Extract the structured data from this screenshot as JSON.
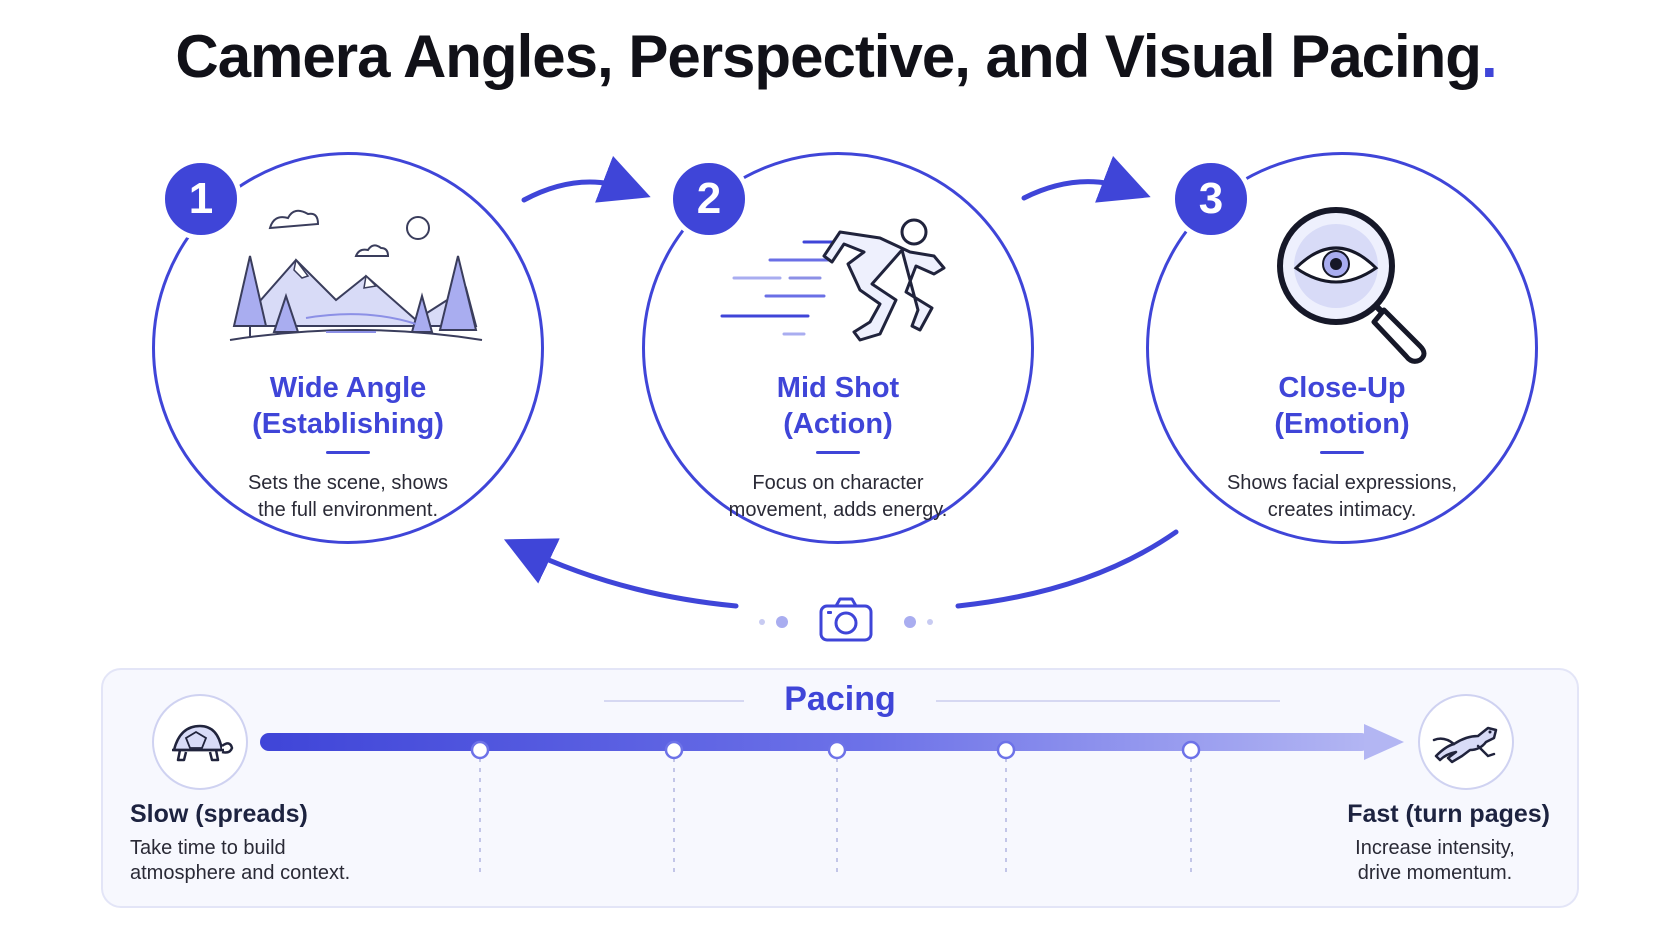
{
  "title": {
    "text": "Camera Angles, Perspective, and Visual Pacing",
    "dot": "."
  },
  "colors": {
    "accent": "#3f45d8",
    "light_accent": "#d8dbf7",
    "panel_bg": "#f7f8fe"
  },
  "steps": [
    {
      "number": "1",
      "title_line1": "Wide Angle",
      "title_line2": "(Establishing)",
      "desc_line1": "Sets the scene, shows",
      "desc_line2": "the full environment.",
      "icon": "landscape-icon"
    },
    {
      "number": "2",
      "title_line1": "Mid Shot",
      "title_line2": "(Action)",
      "desc_line1": "Focus on character",
      "desc_line2": "movement, adds energy.",
      "icon": "running-figure-icon"
    },
    {
      "number": "3",
      "title_line1": "Close-Up",
      "title_line2": "(Emotion)",
      "desc_line1": "Shows facial expressions,",
      "desc_line2": "creates intimacy.",
      "icon": "magnifier-eye-icon"
    }
  ],
  "center_icon": "camera-icon",
  "pacing": {
    "title": "Pacing",
    "slow": {
      "label": "Slow (spreads)",
      "desc_line1": "Take time to build",
      "desc_line2": "atmosphere and context.",
      "icon": "turtle-icon"
    },
    "fast": {
      "label": "Fast (turn pages)",
      "desc_line1": "Increase intensity,",
      "desc_line2": "drive momentum.",
      "icon": "cheetah-icon"
    },
    "tick_count": 5
  }
}
